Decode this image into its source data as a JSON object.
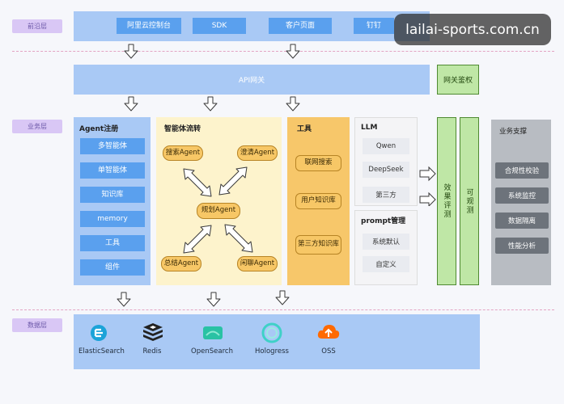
{
  "watermark": "lailai-sports.com.cn",
  "layers": {
    "access": "前沿层",
    "business": "业务层",
    "data": "数据层"
  },
  "access_channels": [
    "阿里云控制台",
    "SDK",
    "客户页面",
    "钉钉"
  ],
  "gateway": {
    "label": "API网关",
    "auth": "网关鉴权"
  },
  "agent_register": {
    "title": "Agent注册",
    "items": [
      "多智能体",
      "单智能体",
      "知识库",
      "memory",
      "工具",
      "组件"
    ]
  },
  "agent_flow": {
    "title": "智能体流转",
    "nodes": {
      "search": "搜索Agent",
      "clarify": "澄清Agent",
      "plan": "规划Agent",
      "summary": "总结Agent",
      "chat": "闲聊Agent"
    }
  },
  "tools": {
    "title": "工具",
    "items": [
      "联网搜索",
      "用户知识库",
      "第三方知识库"
    ]
  },
  "llm": {
    "title": "LLM",
    "items": [
      "Qwen",
      "DeepSeek",
      "第三方"
    ]
  },
  "prompt": {
    "title": "prompt管理",
    "items": [
      "系统默认",
      "自定义"
    ]
  },
  "evaluation": [
    "效果评测",
    "可观测"
  ],
  "support": {
    "title": "业务支撑",
    "items": [
      "合规性校验",
      "系统监控",
      "数据隔离",
      "性能分析"
    ]
  },
  "stores": [
    {
      "name": "ElasticSearch",
      "icon": "elasticsearch-icon",
      "color": "#1ba3d8"
    },
    {
      "name": "Redis",
      "icon": "redis-icon",
      "color": "#222222"
    },
    {
      "name": "OpenSearch",
      "icon": "opensearch-icon",
      "color": "#29c2a4"
    },
    {
      "name": "Hologress",
      "icon": "hologres-icon",
      "color": "#3fd1c7"
    },
    {
      "name": "OSS",
      "icon": "oss-icon",
      "color": "#ff6a00"
    }
  ]
}
